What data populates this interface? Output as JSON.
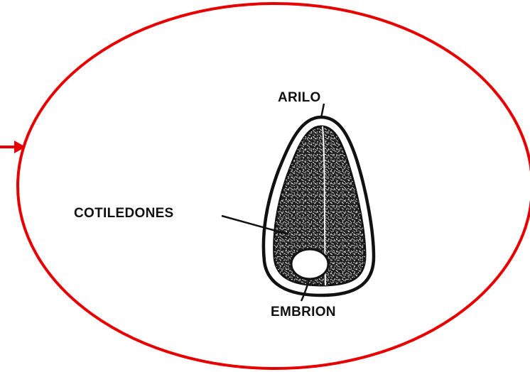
{
  "diagram": {
    "labels": {
      "arilo": "ARILO",
      "cotiledones": "COTILEDONES",
      "embrion": "EMBRION"
    },
    "colors": {
      "highlight_ellipse": "#e60000",
      "pointer_arrow": "#e60000",
      "ink": "#111111",
      "seed_fill": "#2a2a2a",
      "background": "#ffffff"
    },
    "icons": {
      "pointer": "arrow-right-icon"
    }
  }
}
